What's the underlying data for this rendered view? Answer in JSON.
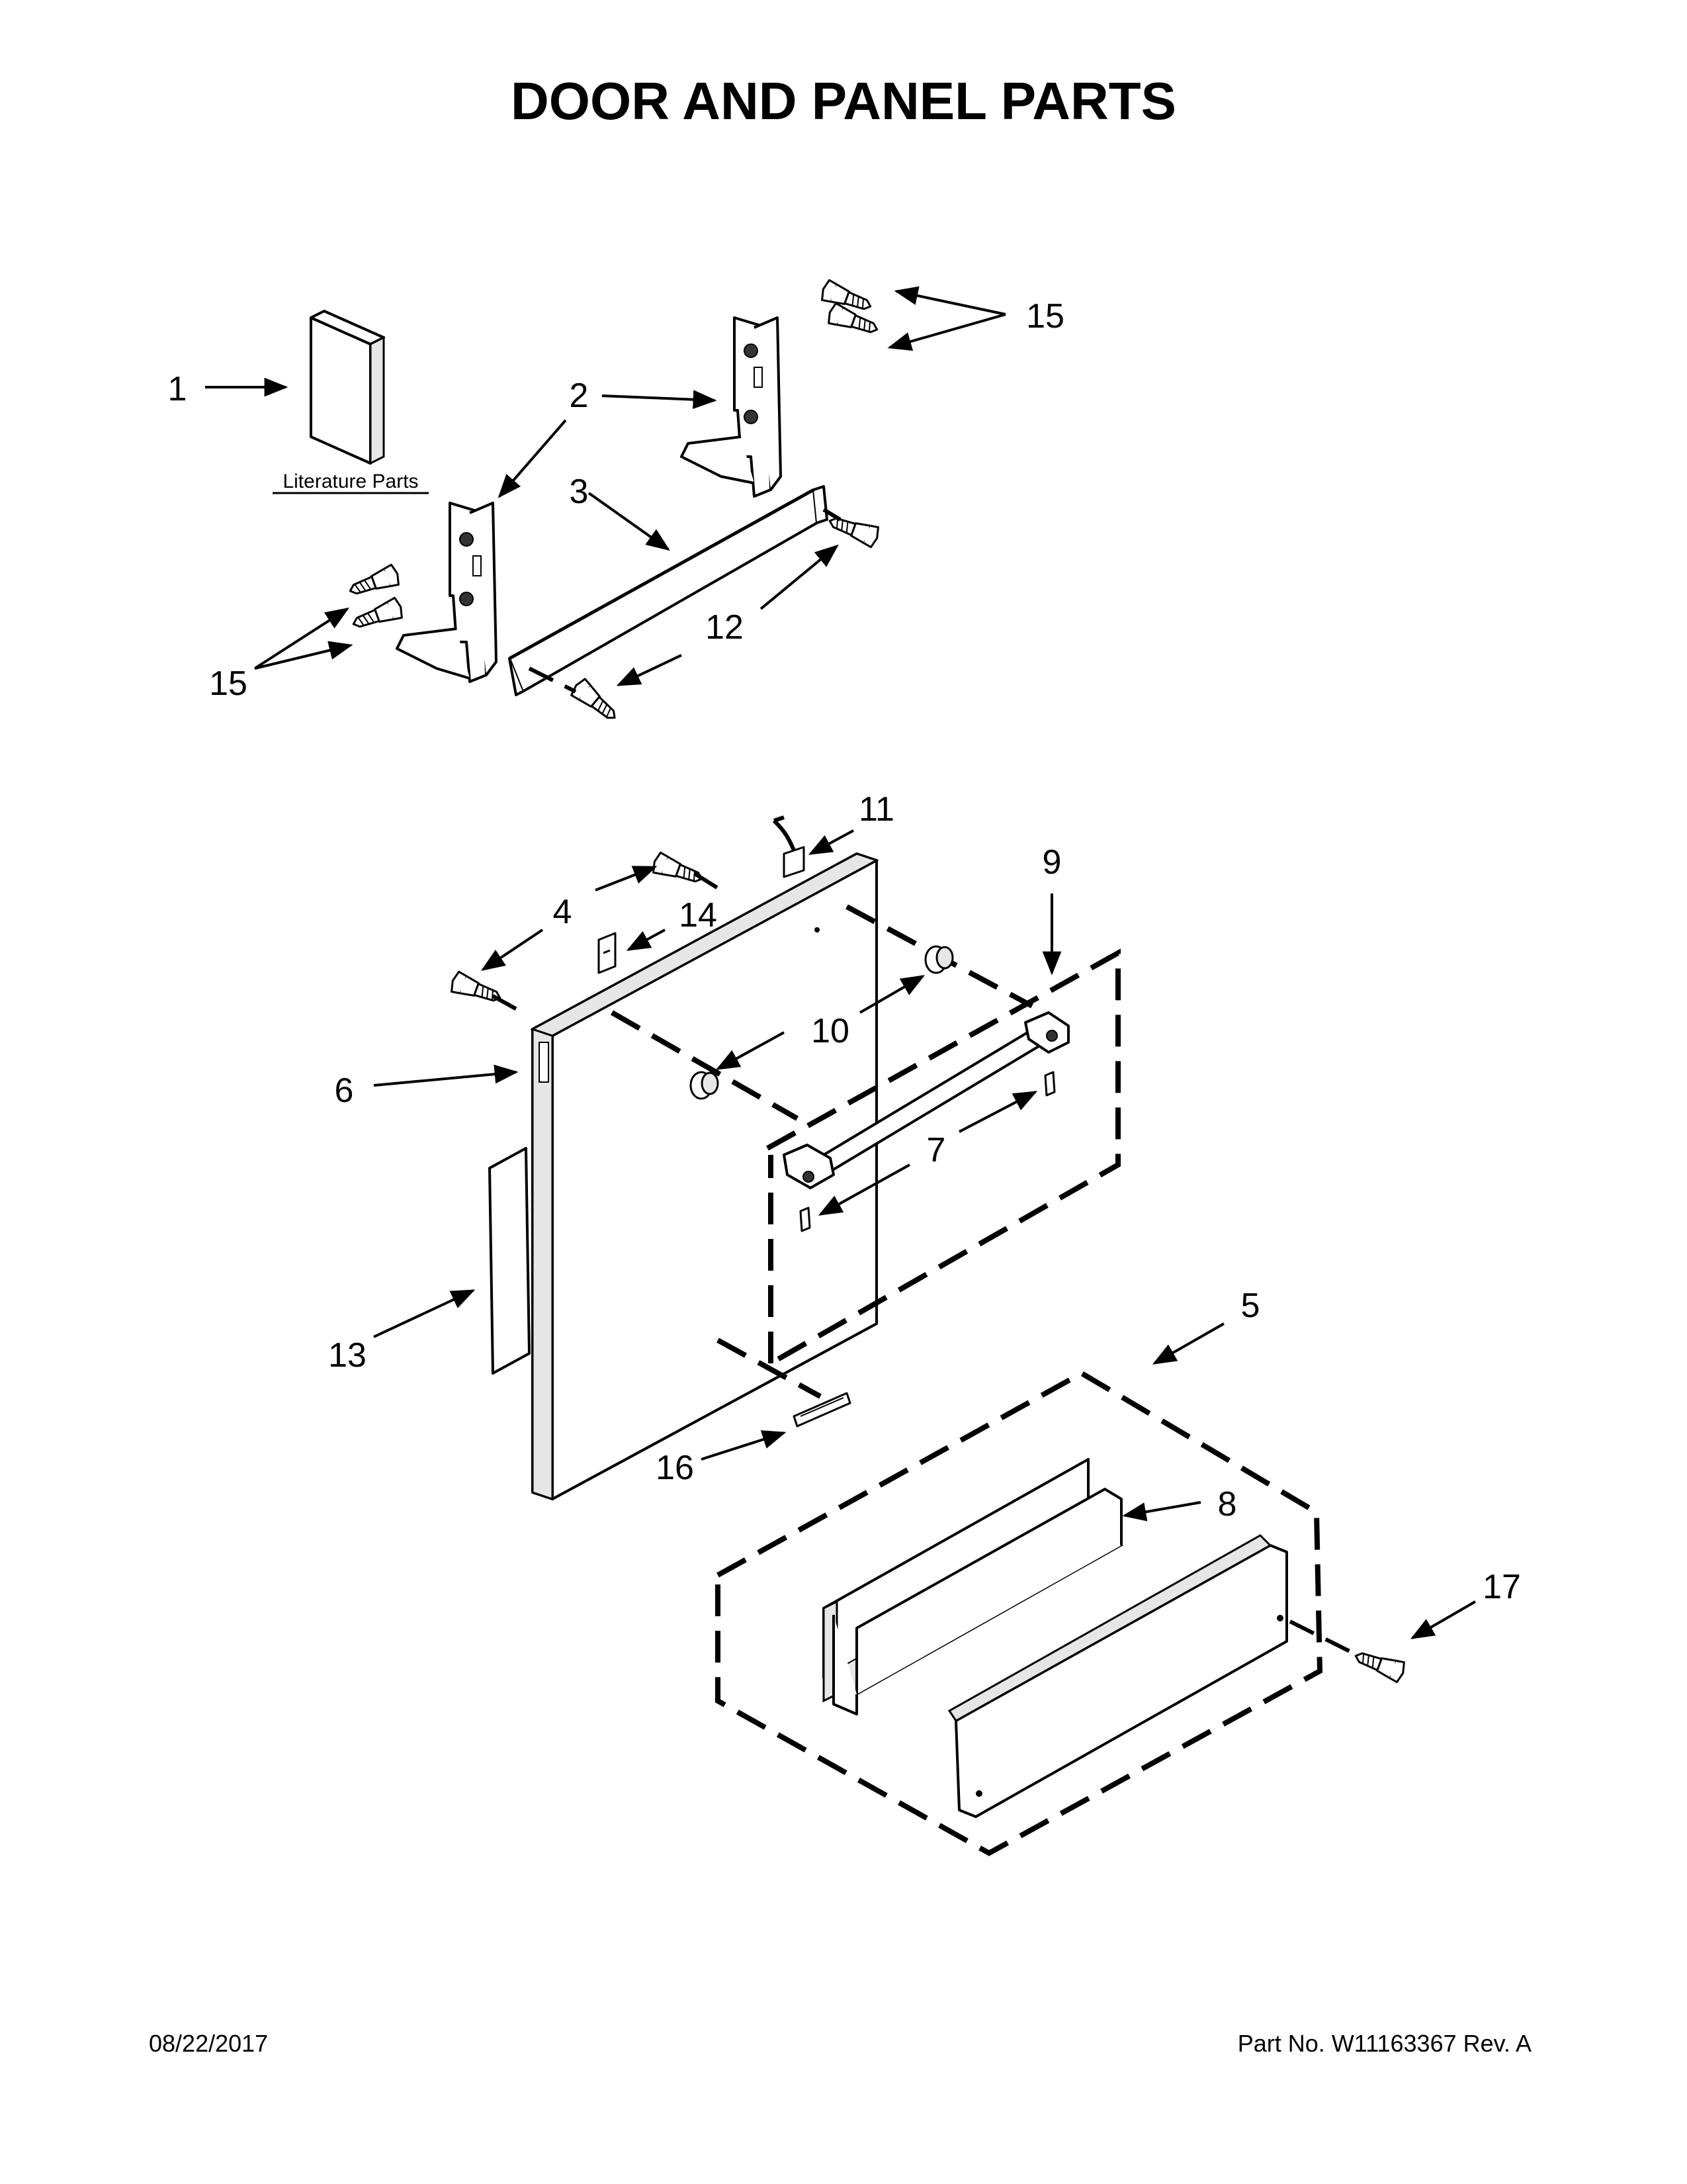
{
  "title": "DOOR AND PANEL PARTS",
  "literature_label": "Literature Parts",
  "callouts": {
    "c1": "1",
    "c2": "2",
    "c3": "3",
    "c4": "4",
    "c5": "5",
    "c6": "6",
    "c7": "7",
    "c8": "8",
    "c9": "9",
    "c10": "10",
    "c11": "11",
    "c12": "12",
    "c13": "13",
    "c14": "14",
    "c15a": "15",
    "c15b": "15",
    "c16": "16",
    "c17": "17"
  },
  "footer": {
    "date": "08/22/2017",
    "part_number": "Part No.  W11163367  Rev.  A"
  }
}
